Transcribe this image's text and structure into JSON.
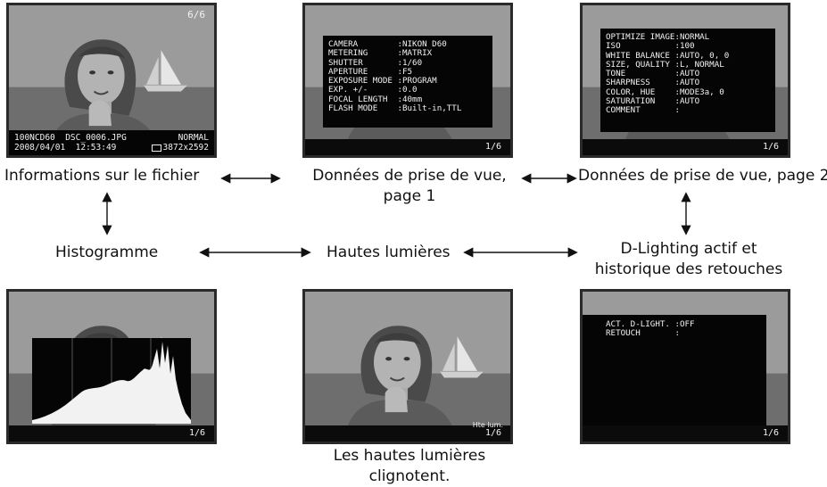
{
  "screens": {
    "file_info": {
      "top_counter": "6/6",
      "line1_left": "100NCD60  DSC_0006.JPG",
      "line1_right": "NORMAL",
      "line2_left": "2008/04/01  12:53:49",
      "line2_right": "3872x2592"
    },
    "shooting_page1": {
      "rows": [
        {
          "key": "CAMERA        ",
          "val": ":NIKON D60"
        },
        {
          "key": "METERING      ",
          "val": ":MATRIX"
        },
        {
          "key": "SHUTTER       ",
          "val": ":1/60"
        },
        {
          "key": "APERTURE      ",
          "val": ":F5"
        },
        {
          "key": "EXPOSURE MODE ",
          "val": ":PROGRAM"
        },
        {
          "key": "EXP. +/-      ",
          "val": ":0.0"
        },
        {
          "key": "FOCAL LENGTH  ",
          "val": ":40mm"
        },
        {
          "key": "FLASH MODE    ",
          "val": ":Built-in,TTL"
        }
      ],
      "page": "1/6"
    },
    "shooting_page2": {
      "rows": [
        {
          "key": "OPTIMIZE IMAGE",
          "val": ":NORMAL"
        },
        {
          "key": "ISO           ",
          "val": ":100"
        },
        {
          "key": "WHITE BALANCE ",
          "val": ":AUTO, 0, 0"
        },
        {
          "key": "SIZE, QUALITY ",
          "val": ":L, NORMAL"
        },
        {
          "key": "TONE          ",
          "val": ":AUTO"
        },
        {
          "key": "SHARPNESS     ",
          "val": ":AUTO"
        },
        {
          "key": "COLOR, HUE    ",
          "val": ":MODE3a, 0"
        },
        {
          "key": "SATURATION    ",
          "val": ":AUTO"
        },
        {
          "key": "COMMENT       ",
          "val": ":"
        }
      ],
      "page": "1/6"
    },
    "histogram": {
      "page": "1/6"
    },
    "highlights": {
      "hl_label": "Hte lum.",
      "page": "1/6"
    },
    "dlighting": {
      "rows": [
        {
          "key": "ACT. D-LIGHT. ",
          "val": ":OFF"
        },
        {
          "key": "RETOUCH       ",
          "val": ":"
        }
      ],
      "page": "1/6"
    }
  },
  "labels": {
    "file_info": "Informations sur le fichier",
    "shooting_page1_line1": "Données de prise de vue,",
    "shooting_page1_line2": "page 1",
    "shooting_page2": "Données de prise de vue, page 2",
    "histogram": "Histogramme",
    "highlights": "Hautes lumières",
    "dlighting_line1": "D-Lighting actif et",
    "dlighting_line2": "historique des retouches",
    "blink_line1": "Les hautes lumières",
    "blink_line2": "clignotent."
  },
  "colors": {
    "screen_bg": "#7e7e7e",
    "overlay": "#050505",
    "text": "#111111"
  }
}
